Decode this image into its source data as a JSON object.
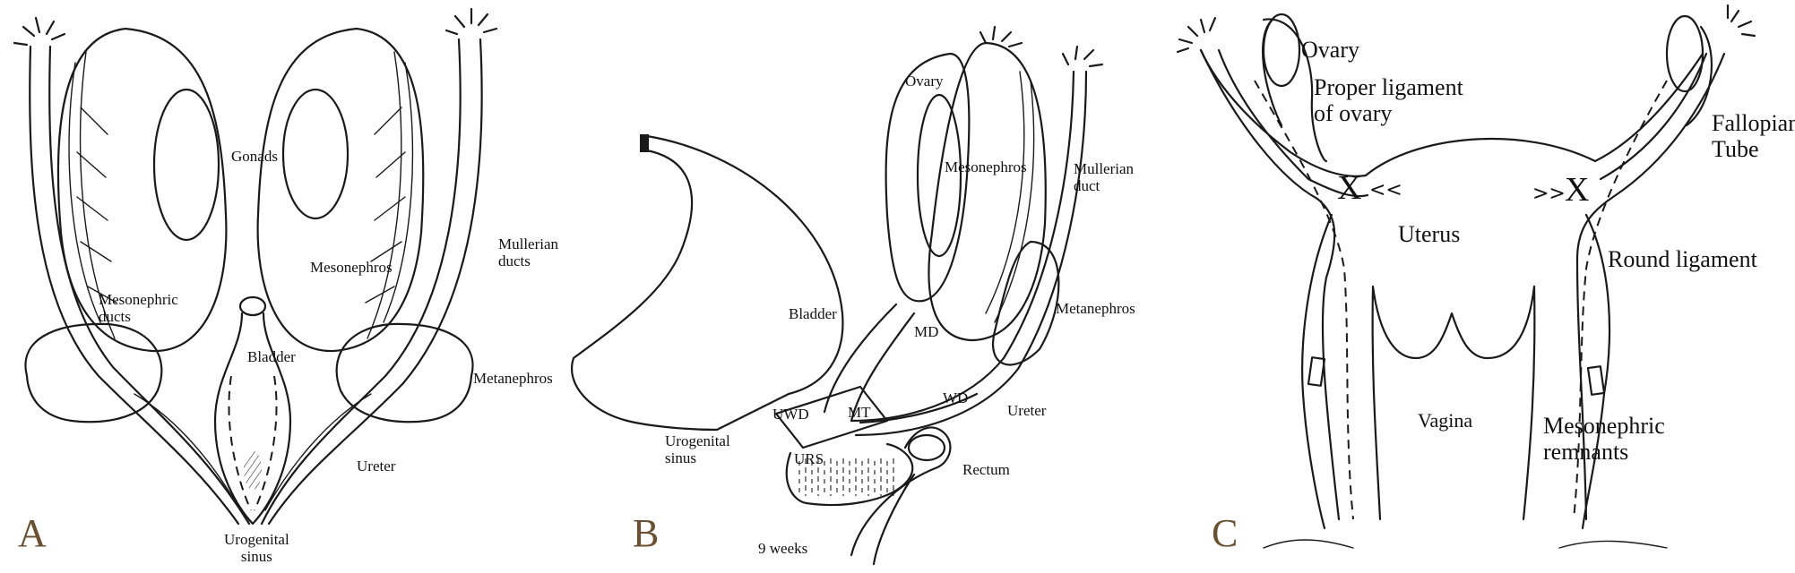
{
  "panels": {
    "a": {
      "letter": "A",
      "labels": {
        "gonads": "Gonads",
        "mesonephros": "Mesonephros",
        "mullerian_ducts": [
          "Mullerian",
          "ducts"
        ],
        "mesonephric_ducts": [
          "Mesonephric",
          "ducts"
        ],
        "bladder": "Bladder",
        "metanephros": "Metanephros",
        "ureter": "Ureter",
        "urogenital_sinus": [
          "Urogenital",
          "sinus"
        ]
      }
    },
    "b": {
      "letter": "B",
      "labels": {
        "ovary": "Ovary",
        "mesonephros": "Mesonephros",
        "mullerian_duct": [
          "Mullerian",
          "duct"
        ],
        "bladder": "Bladder",
        "metanephros": "Metanephros",
        "md": "MD",
        "wd": "WD",
        "ureter": "Ureter",
        "uwd": "UWD",
        "mt": "MT",
        "urogenital_sinus": [
          "Urogenital",
          "sinus"
        ],
        "urs": "URS",
        "rectum": "Rectum",
        "age": "9 weeks"
      }
    },
    "c": {
      "letter": "C",
      "labels": {
        "ovary": "Ovary",
        "proper_ligament": [
          "Proper ligament",
          "of ovary"
        ],
        "fallopian_tube": [
          "Fallopian",
          "Tube"
        ],
        "uterus": "Uterus",
        "round_ligament": "Round ligament",
        "vagina": "Vagina",
        "mesonephric_remnants": [
          "Mesonephric",
          "remnants"
        ],
        "x_mark": "X",
        "arrow_left": "<<",
        "arrow_right": ">>"
      }
    }
  }
}
